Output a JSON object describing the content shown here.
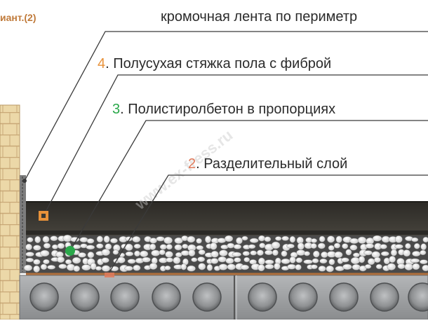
{
  "variant_label": "иант.(2)",
  "watermark": "www.ex-fress.ru",
  "colors": {
    "text": "#2b2b2b",
    "num4": "#e8923a",
    "num3": "#2aa84a",
    "num2": "#e07a5a",
    "variant": "#c07a3a",
    "screed": "#3a3832",
    "polystyrene_bg": "#4a4a4a",
    "slab": "#9a9c9e",
    "brick": "#e9d3a2"
  },
  "labels": [
    {
      "num": "",
      "text": "кромочная лента по периметр",
      "icon": "edge-tape-marker"
    },
    {
      "num": "4",
      "text": ". Полусухая стяжка пола с фиброй",
      "icon": "screed-marker"
    },
    {
      "num": "3",
      "text": ". Полистиролбетон в пропорциях",
      "icon": "polystyrene-marker"
    },
    {
      "num": "2",
      "text": ". Разделительный слой",
      "icon": "separator-marker"
    }
  ]
}
